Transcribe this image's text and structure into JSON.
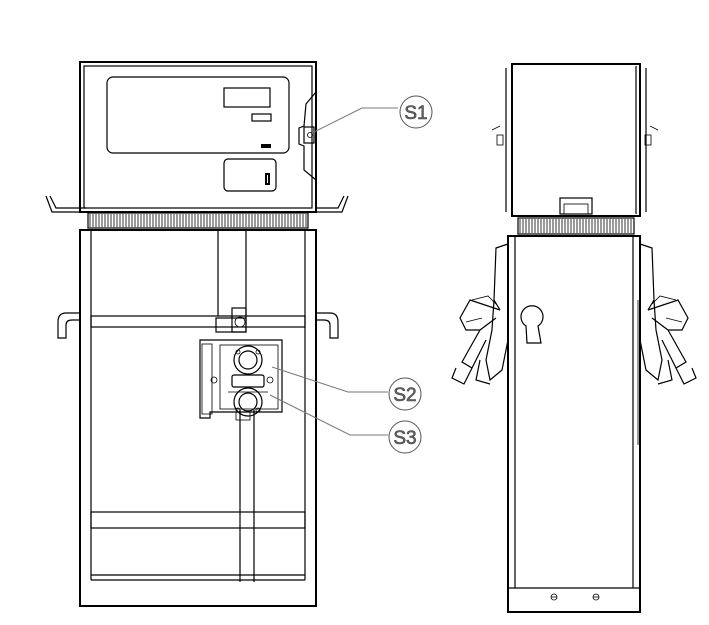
{
  "callouts": [
    {
      "id": "s1",
      "label": "S1"
    },
    {
      "id": "s2",
      "label": "S2"
    },
    {
      "id": "s3",
      "label": "S3"
    }
  ],
  "colors": {
    "line": "#000000",
    "callout": "#666666",
    "background": "#ffffff"
  }
}
